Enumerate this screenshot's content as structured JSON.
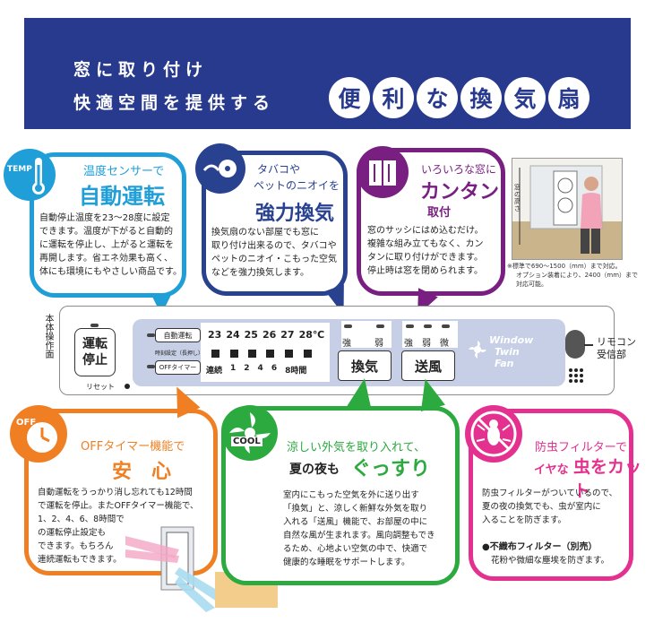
{
  "banner": {
    "line1": "窓に取り付け",
    "line2": "快適空間を提供する",
    "pills": [
      "便",
      "利",
      "な",
      "換",
      "気",
      "扇"
    ]
  },
  "temp_box": {
    "icon": "TEMP",
    "subtitle": "温度センサーで",
    "title": "自動運転",
    "lines": [
      "自動停止温度を23〜28度に設定",
      "できます。温度が下がると自動的",
      "に運転を停止し、上がると運転を",
      "再開します。省エネ効果も高く、",
      "体にも環境にもやさしい商品です。"
    ]
  },
  "smoke_box": {
    "subtitle1": "タバコや",
    "subtitle2": "ペットのニオイを",
    "title": "強力換気",
    "lines": [
      "換気扇のない部屋でも窓に",
      "取り付け出来るので、タバコや",
      "ペットのニオイ・こもった空気",
      "などを強力換気します。"
    ]
  },
  "window_box": {
    "subtitle": "いろいろな窓に",
    "title": "カンタン",
    "title2": "取付",
    "lines": [
      "窓のサッシにはめ込むだけ。",
      "複雑な組み立てもなく、カン",
      "タンに取り付けができます。",
      "停止時は窓を閉められます。"
    ]
  },
  "window_photo": {
    "label": "窓の高さ",
    "note1": "※標準で690〜1500（mm）まで対応。",
    "note2": "オプション装着により、2400（mm）まで",
    "note3": "対応可能。"
  },
  "panel": {
    "side_label": [
      "本",
      "体",
      "操",
      "作",
      "面"
    ],
    "run_stop": [
      "運転",
      "停止"
    ],
    "auto_btn": "自動運転",
    "sub_label": "時刻設定（長押し）",
    "off_btn": "OFFタイマー",
    "temps": [
      "23",
      "24",
      "25",
      "26",
      "27",
      "28℃"
    ],
    "timer_labels": [
      "連続",
      "1",
      "2",
      "4",
      "6",
      "8時間"
    ],
    "vent_labels": [
      "強",
      "弱"
    ],
    "vent_btn": "換気",
    "fan_labels": [
      "強",
      "弱",
      "微"
    ],
    "fan_btn": "送風",
    "logo": [
      "Window",
      "Twin",
      "Fan"
    ],
    "reset": "リセット",
    "remote": [
      "リモコン",
      "受信部"
    ]
  },
  "off_box": {
    "icon": "OFF",
    "title1": "OFFタイマー機能で",
    "title2": "安　心",
    "lines": [
      "自動運転をうっかり消し忘れても12時間",
      "で運転を停止。またOFFタイマー機能で、",
      "1、2、4、6、8時間で",
      "の運転停止設定も",
      "できます。もちろん",
      "連続運転もできます。"
    ]
  },
  "cool_box": {
    "icon": "COOL",
    "title1": "涼しい外気を取り入れて、",
    "title2a": "夏の夜も",
    "title2b": "ぐっすり",
    "lines": [
      "室内にこもった空気を外に送り出す",
      "「換気」と、涼しく新鮮な外気を取り",
      "入れる「送風」機能で、お部屋の中に",
      "自然な風が生まれます。風向調整もでき",
      "るため、心地よい空気の中で、快適で",
      "健康的な睡眠をサポートします。"
    ]
  },
  "bug_box": {
    "title1": "防虫フィルターで",
    "title2a": "イヤな",
    "title2b": "虫をカット",
    "lines": [
      "防虫フィルターがついているので、",
      "夏の夜の換気でも、虫が室内に",
      "入ることを防ぎます。"
    ],
    "sub_title": "●不織布フィルター（別売）",
    "sub_text": "花粉や微細な塵埃を防ぎます。"
  },
  "colors": {
    "banner": "#283a8e",
    "temp": "#1f9ed8",
    "smoke": "#29428f",
    "window": "#7a1f82",
    "off": "#ef7f22",
    "cool": "#2ca93f",
    "bug": "#e4308f"
  }
}
